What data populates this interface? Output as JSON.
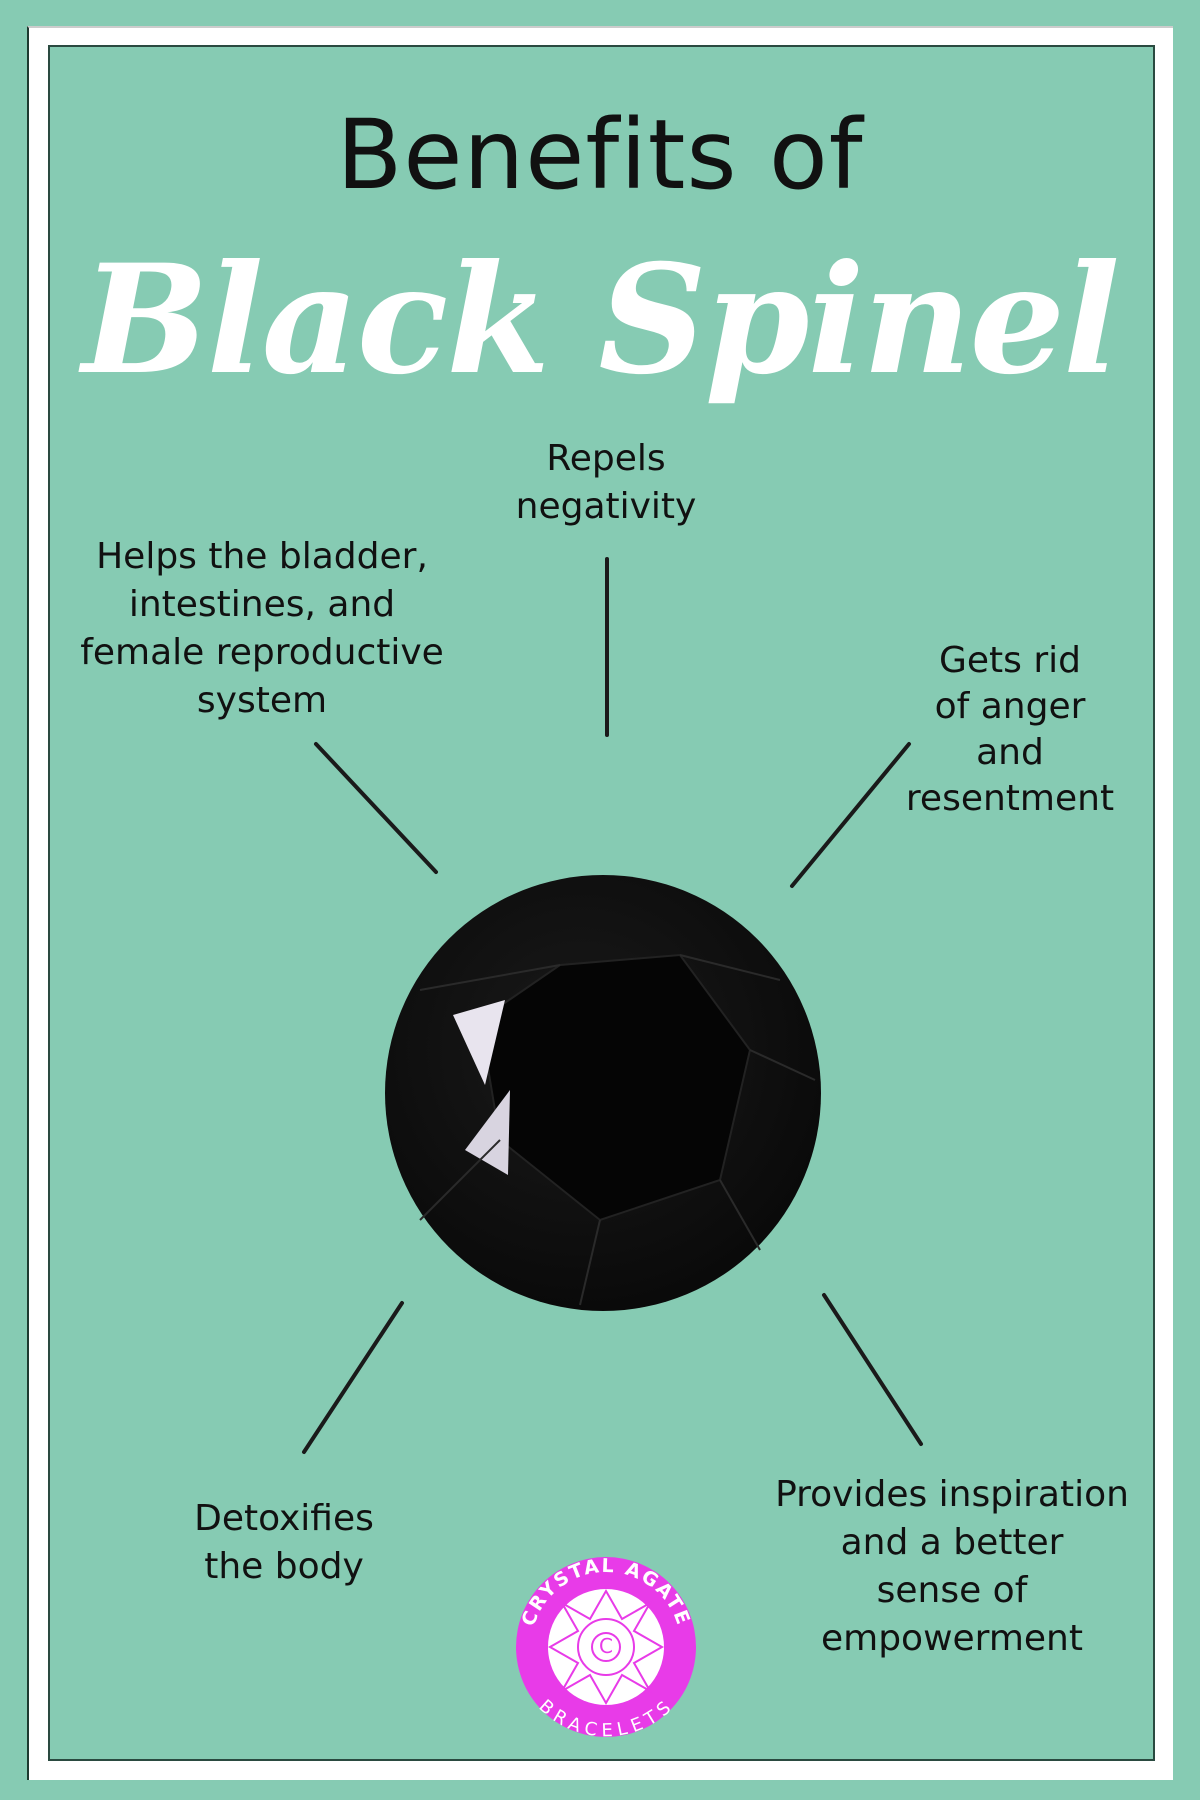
{
  "title": "Benefits of",
  "subtitle": "Black Spinel",
  "benefits": {
    "top": [
      "Repels",
      "negativity"
    ],
    "upper_left": [
      "Helps the bladder,",
      "intestines, and",
      "female reproductive",
      "system"
    ],
    "upper_right": [
      "Gets rid",
      "of anger",
      "and",
      "resentment"
    ],
    "lower_left": [
      "Detoxifies",
      "the body"
    ],
    "lower_right": [
      "Provides inspiration",
      "and a better",
      "sense of",
      "empowerment"
    ]
  },
  "logo": {
    "top_text": "CRYSTAL AGATE",
    "bottom_text": "BRACELETS",
    "color": "#e83be8"
  },
  "colors": {
    "background": "#86cbb3",
    "border": "#ffffff",
    "gem": "#111111"
  }
}
